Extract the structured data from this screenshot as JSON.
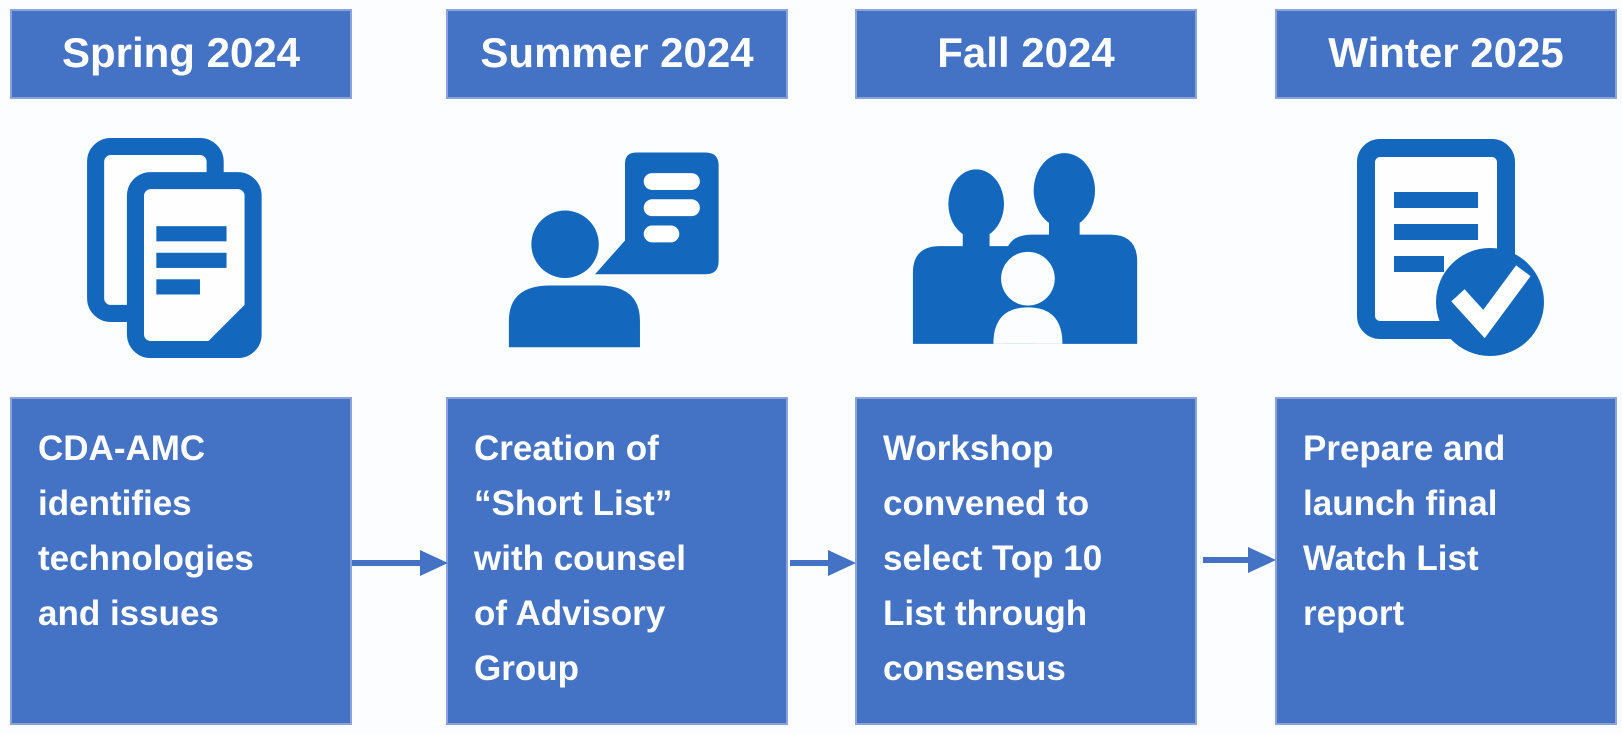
{
  "diagram": {
    "type": "timeline-flow",
    "accent": {
      "box_blue": "#4472C4",
      "icon_blue": "#1368BD",
      "arrow_blue": "#4472C4",
      "text_white": "#FFFFFF",
      "background": "#FCFDFE"
    },
    "columns": [
      {
        "period": "Spring 2024",
        "icon": "documents-icon",
        "description": "CDA-AMC\nidentifies\ntechnologies\nand issues"
      },
      {
        "period": "Summer 2024",
        "icon": "person-speech-bubble-icon",
        "description": "Creation of\n“Short List”\nwith counsel\nof Advisory\nGroup"
      },
      {
        "period": "Fall 2024",
        "icon": "people-group-icon",
        "description": "Workshop\nconvened to\nselect Top 10\nList through\nconsensus"
      },
      {
        "period": "Winter 2025",
        "icon": "document-checkmark-icon",
        "description": "Prepare and\nlaunch final\nWatch List\nreport"
      }
    ]
  }
}
